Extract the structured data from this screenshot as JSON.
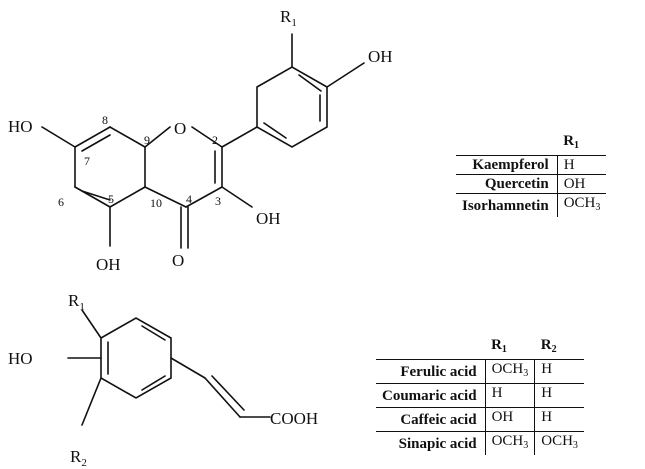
{
  "flavonol": {
    "labels": {
      "r1": "R",
      "r1_sub": "1",
      "oh_top": "OH",
      "ho_left": "HO",
      "oh_bottom": "OH",
      "o_carbonyl": "O",
      "o_ring": "O",
      "oh_c3": "OH"
    },
    "positions": {
      "p2": "2",
      "p3": "3",
      "p4": "4",
      "p5": "5",
      "p6": "6",
      "p7": "7",
      "p8": "8",
      "p9": "9",
      "p10": "10"
    },
    "table": {
      "header_r": "R",
      "header_sub": "1",
      "rows": [
        {
          "name": "Kaempferol",
          "r1": "H"
        },
        {
          "name": "Quercetin",
          "r1": "OH"
        },
        {
          "name": "Isorhamnetin",
          "r1": "OCH",
          "r1_sub": "3"
        }
      ]
    }
  },
  "cinnamic": {
    "labels": {
      "r1": "R",
      "r1_sub": "1",
      "r2": "R",
      "r2_sub": "2",
      "ho": "HO",
      "cooh": "COOH"
    },
    "table": {
      "header_r1": "R",
      "header_r1_sub": "1",
      "header_r2": "R",
      "header_r2_sub": "2",
      "rows": [
        {
          "name": "Ferulic acid",
          "r1": "OCH",
          "r1_sub": "3",
          "r2": "H",
          "r2_sub": ""
        },
        {
          "name": "Coumaric acid",
          "r1": "H",
          "r1_sub": "",
          "r2": "H",
          "r2_sub": ""
        },
        {
          "name": "Caffeic acid",
          "r1": "OH",
          "r1_sub": "",
          "r2": "H",
          "r2_sub": ""
        },
        {
          "name": "Sinapic acid",
          "r1": "OCH",
          "r1_sub": "3",
          "r2": "OCH",
          "r2_sub": "3"
        }
      ]
    }
  }
}
